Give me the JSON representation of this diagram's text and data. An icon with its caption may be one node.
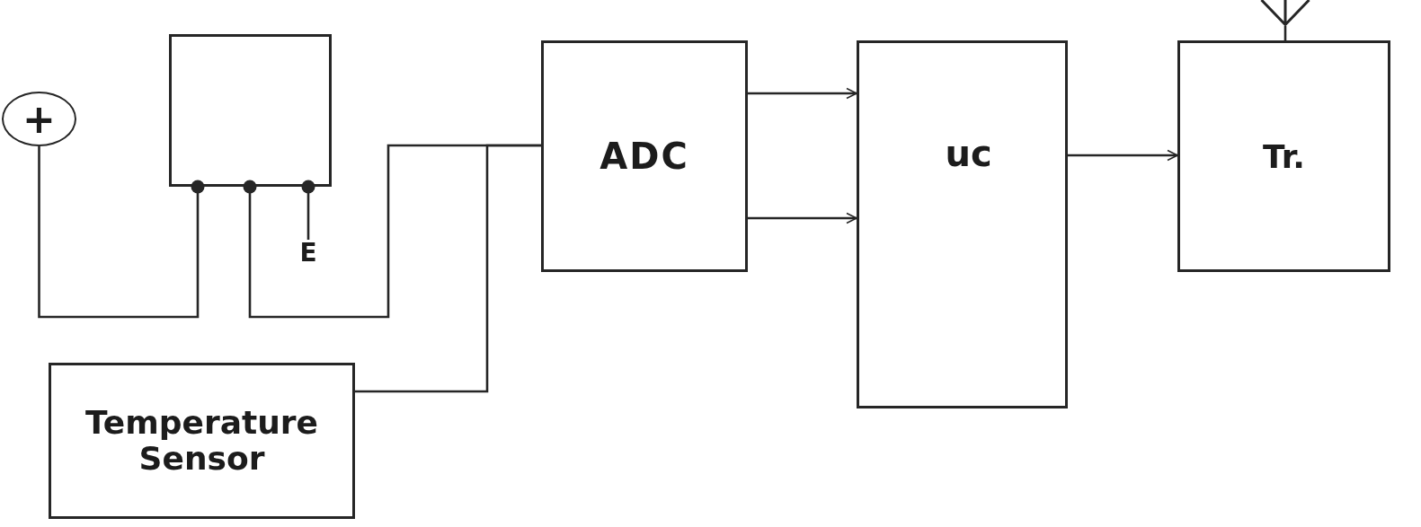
{
  "diagram": {
    "nodes": [
      {
        "text": [
          "+"
        ]
      },
      {
        "text": [],
        "shape": "box"
      },
      {
        "text": [
          "E"
        ]
      },
      {
        "text": [
          "Temperature Sensor"
        ]
      },
      {
        "text": [
          "ADC"
        ]
      },
      {
        "text": [
          "uc"
        ]
      },
      {
        "text": [
          "Tr."
        ]
      },
      {
        "text": [],
        "shape": "antenna"
      }
    ],
    "edges": [
      {
        "from": 0,
        "to": 1,
        "arrow": "other"
      },
      {
        "from": 1,
        "to": 4,
        "arrow": "other"
      },
      {
        "from": 3,
        "to": 4,
        "arrow": "none"
      },
      {
        "from": 1,
        "to": 2,
        "arrow": "other"
      },
      {
        "from": 4,
        "to": 5,
        "arrow": "to"
      },
      {
        "from": 4,
        "to": 5,
        "arrow": "to"
      },
      {
        "from": 5,
        "to": 6,
        "arrow": "to"
      },
      {
        "from": 6,
        "to": 7,
        "arrow": "none"
      }
    ]
  }
}
